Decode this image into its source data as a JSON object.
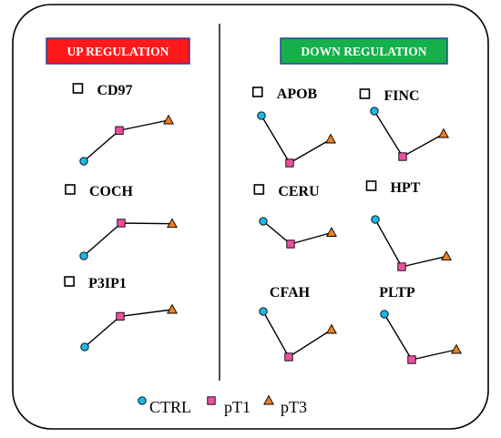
{
  "headers": {
    "up": {
      "label": "UP REGULATION",
      "color": "#ff1a1a"
    },
    "down": {
      "label": "DOWN REGULATION",
      "color": "#15b04a"
    }
  },
  "legend": [
    {
      "label": "CTRL",
      "marker": "circle",
      "color": "#1ab8e8"
    },
    {
      "label": "pT1",
      "marker": "square",
      "color": "#ef4fa0"
    },
    {
      "label": "pT3",
      "marker": "triangle",
      "color": "#f07f20"
    }
  ],
  "proteins": [
    {
      "name": "CD97",
      "group": "up",
      "checkbox": true,
      "levels": [
        0,
        0.75,
        1
      ]
    },
    {
      "name": "COCH",
      "group": "up",
      "checkbox": true,
      "levels": [
        0,
        1,
        0.98
      ]
    },
    {
      "name": "P3IP1",
      "group": "up",
      "checkbox": true,
      "levels": [
        0,
        0.82,
        1
      ]
    },
    {
      "name": "APOB",
      "group": "down",
      "checkbox": true,
      "levels": [
        1,
        0,
        0.5
      ]
    },
    {
      "name": "FINC",
      "group": "down",
      "checkbox": true,
      "levels": [
        1,
        0,
        0.5
      ]
    },
    {
      "name": "CERU",
      "group": "down",
      "checkbox": true,
      "levels": [
        1,
        0,
        0.5
      ]
    },
    {
      "name": "HPT",
      "group": "down",
      "checkbox": true,
      "levels": [
        1,
        0,
        0.22
      ]
    },
    {
      "name": "CFAH",
      "group": "down",
      "checkbox": false,
      "levels": [
        1,
        0,
        0.6
      ]
    },
    {
      "name": "PLTP",
      "group": "down",
      "checkbox": false,
      "levels": [
        1,
        0,
        0.22
      ]
    }
  ]
}
